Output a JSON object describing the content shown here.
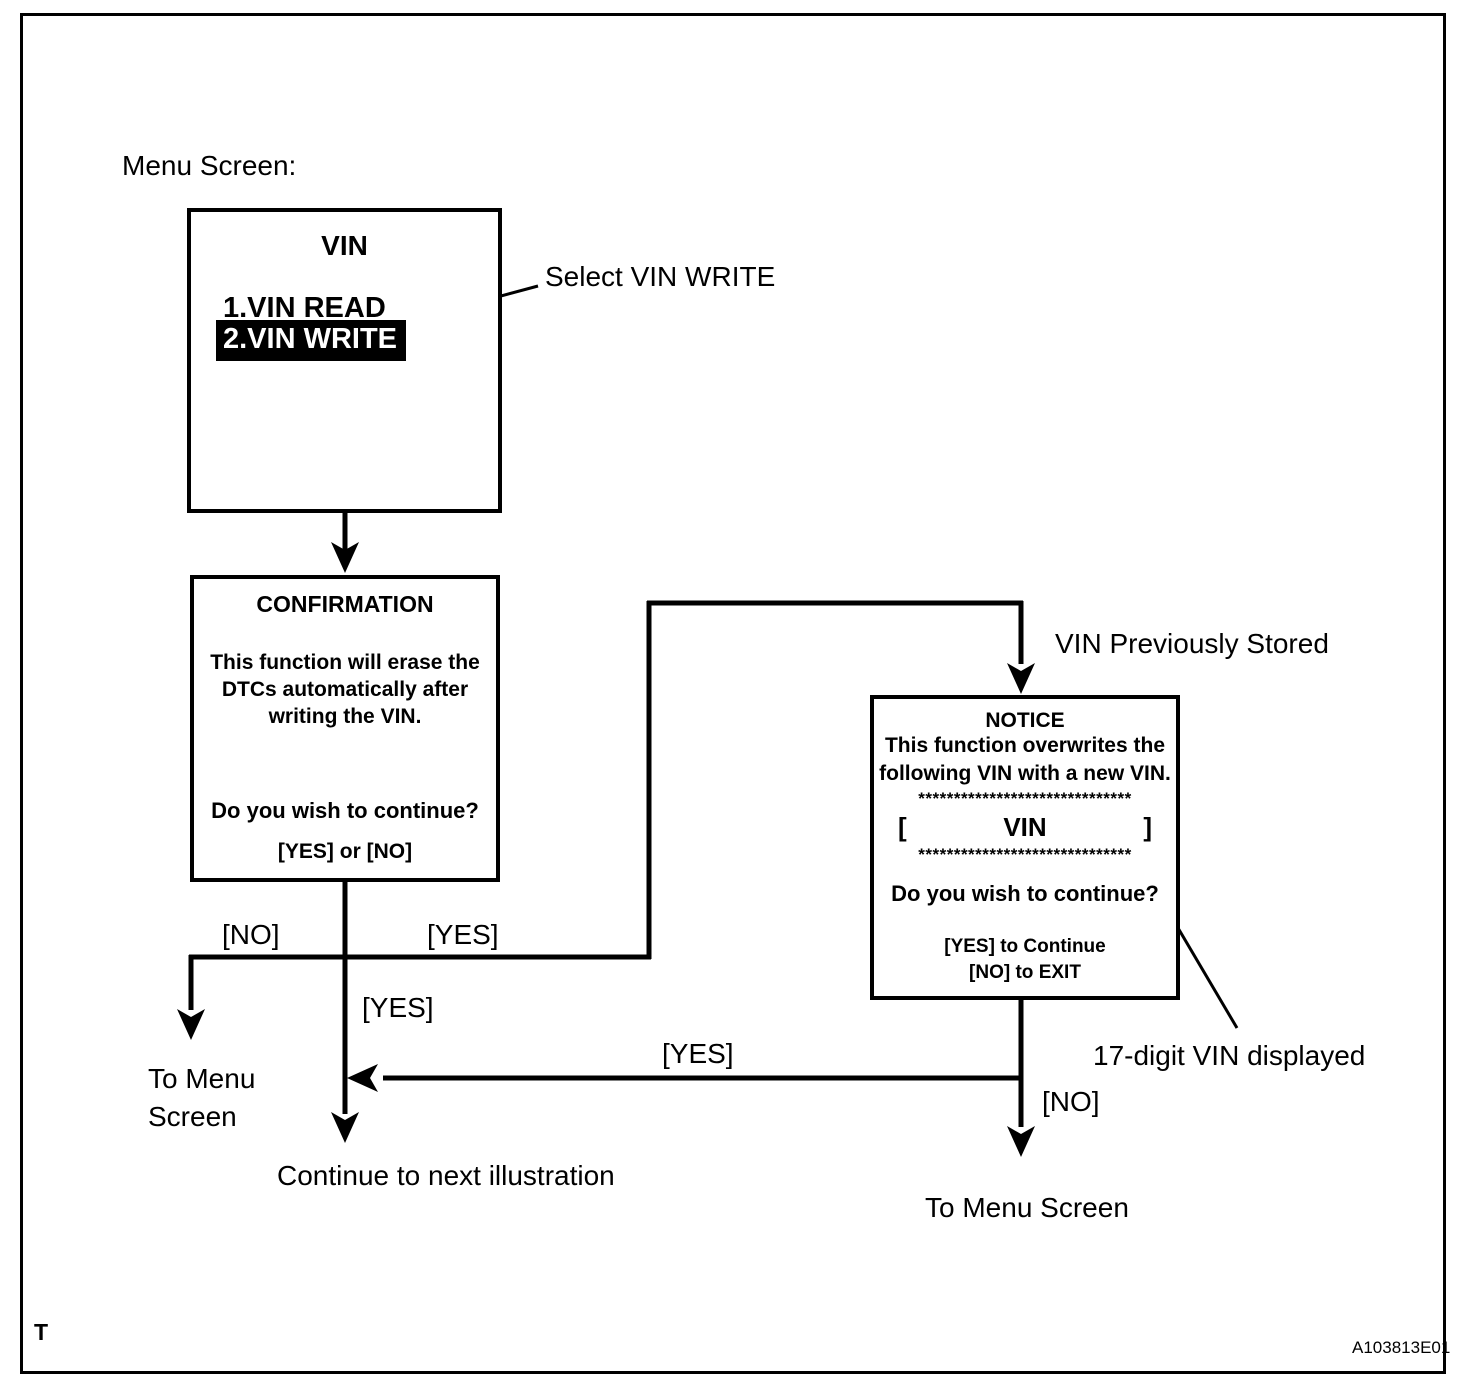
{
  "figure": {
    "menu_screen_label": "Menu Screen:",
    "corner_mark": "T",
    "figure_id": "A103813E01"
  },
  "menu_box": {
    "title": "VIN",
    "item_read": "1.VIN READ",
    "item_write": "2.VIN WRITE"
  },
  "callouts": {
    "select_vin_write": "Select VIN WRITE",
    "vin_previously_stored": "VIN Previously Stored",
    "seventeen_digit_vin": "17-digit VIN displayed"
  },
  "confirmation_box": {
    "title": "CONFIRMATION",
    "body_line1": "This function will erase the",
    "body_line2": "DTCs automatically after",
    "body_line3": "writing the VIN.",
    "question": "Do you wish to continue?",
    "options": "[YES] or [NO]"
  },
  "notice_box": {
    "title": "NOTICE",
    "body_line1": "This function overwrites the",
    "body_line2": "following VIN with a new VIN.",
    "asterisks": "******************************",
    "vin_open_bracket": "[",
    "vin_label": "VIN",
    "vin_close_bracket": "]",
    "question": "Do you wish to continue?",
    "yes_action": "[YES] to Continue",
    "no_action": "[NO] to EXIT"
  },
  "branch_labels": {
    "no_left": "[NO]",
    "yes_right": "[YES]",
    "yes_down": "[YES]",
    "yes_return": "[YES]",
    "no_down": "[NO]"
  },
  "destinations": {
    "to_menu_left_line1": "To Menu",
    "to_menu_left_line2": "Screen",
    "continue_next": "Continue to next illustration",
    "to_menu_right": "To Menu Screen"
  }
}
